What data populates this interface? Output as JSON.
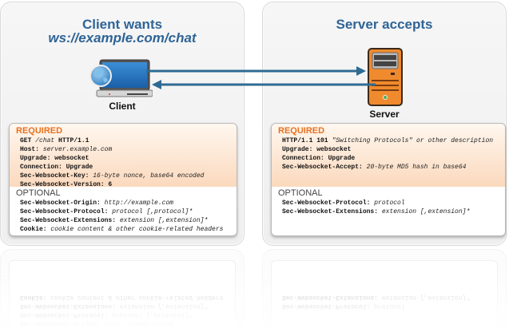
{
  "client": {
    "title": "Client wants",
    "url": "ws://example.com/chat",
    "node_label": "Client",
    "required": {
      "heading": "REQUIRED",
      "lines": [
        {
          "key": "GET",
          "value": "/chat",
          "tail": "HTTP/1.1"
        },
        {
          "key": "Host:",
          "value": "server.example.com",
          "tail": ""
        },
        {
          "key": "Upgrade: websocket",
          "value": "",
          "tail": ""
        },
        {
          "key": "Connection: Upgrade",
          "value": "",
          "tail": ""
        },
        {
          "key": "Sec-Websocket-Key:",
          "value": "16-byte nonce, base64 encoded",
          "tail": ""
        },
        {
          "key": "Sec-Websocket-Version: 6",
          "value": "",
          "tail": ""
        }
      ]
    },
    "optional": {
      "heading": "OPTIONAL",
      "lines": [
        {
          "key": "Sec-Websocket-Origin:",
          "value": "http://example.com"
        },
        {
          "key": "Sec-Websocket-Protocol:",
          "value": "protocol [,protocol]*"
        },
        {
          "key": "Sec-Websocket-Extensions:",
          "value": "extension [,extension]*"
        },
        {
          "key": "Cookie:",
          "value": "cookie content & other cookie-related headers"
        }
      ]
    }
  },
  "server": {
    "title": "Server accepts",
    "node_label": "Server",
    "required": {
      "heading": "REQUIRED",
      "lines": [
        {
          "key": "HTTP/1.1 101",
          "value": "\"Switching Protocols\" or other description"
        },
        {
          "key": "Upgrade: websocket",
          "value": ""
        },
        {
          "key": "Connection: Upgrade",
          "value": ""
        },
        {
          "key": "Sec-Websocket-Accept:",
          "value": "20-byte MD5 hash in base64"
        }
      ]
    },
    "optional": {
      "heading": "OPTIONAL",
      "lines": [
        {
          "key": "Sec-Websocket-Protocol:",
          "value": "protocol"
        },
        {
          "key": "Sec-Websocket-Extensions:",
          "value": "extension [,extension]*"
        }
      ]
    }
  },
  "colors": {
    "title_blue": "#2f6496",
    "arrow_blue": "#2e6b93",
    "required_orange": "#e8711d",
    "server_orange": "#f08a2e"
  },
  "icons": {
    "client": "laptop-with-globe-icon",
    "server": "server-tower-icon",
    "request_arrow": "arrow-right-icon",
    "response_arrow": "arrow-left-icon"
  }
}
